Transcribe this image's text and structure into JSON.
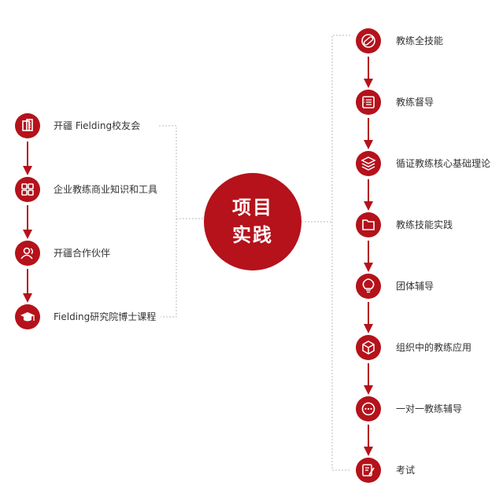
{
  "center": {
    "line1": "项目",
    "line2": "实践"
  },
  "colors": {
    "accent": "#B5121B",
    "connector": "#bbbbbb",
    "text": "#333333"
  },
  "left_nodes": [
    {
      "label": "开疆 Fielding校友会",
      "icon": "document-icon"
    },
    {
      "label": "企业教练商业知识和工具",
      "icon": "grid-icon"
    },
    {
      "label": "开疆合作伙伴",
      "icon": "people-icon"
    },
    {
      "label": "Fielding研究院博士课程",
      "icon": "graduation-cap-icon"
    }
  ],
  "right_nodes": [
    {
      "label": "教练全技能",
      "icon": "pill-icon"
    },
    {
      "label": "教练督导",
      "icon": "book-icon"
    },
    {
      "label": "循证教练核心基础理论",
      "icon": "layers-icon"
    },
    {
      "label": "教练技能实践",
      "icon": "folder-icon"
    },
    {
      "label": "团体辅导",
      "icon": "lightbulb-icon"
    },
    {
      "label": "组织中的教练应用",
      "icon": "cube-icon"
    },
    {
      "label": "一对一教练辅导",
      "icon": "chat-icon"
    },
    {
      "label": "考试",
      "icon": "edit-icon"
    }
  ]
}
